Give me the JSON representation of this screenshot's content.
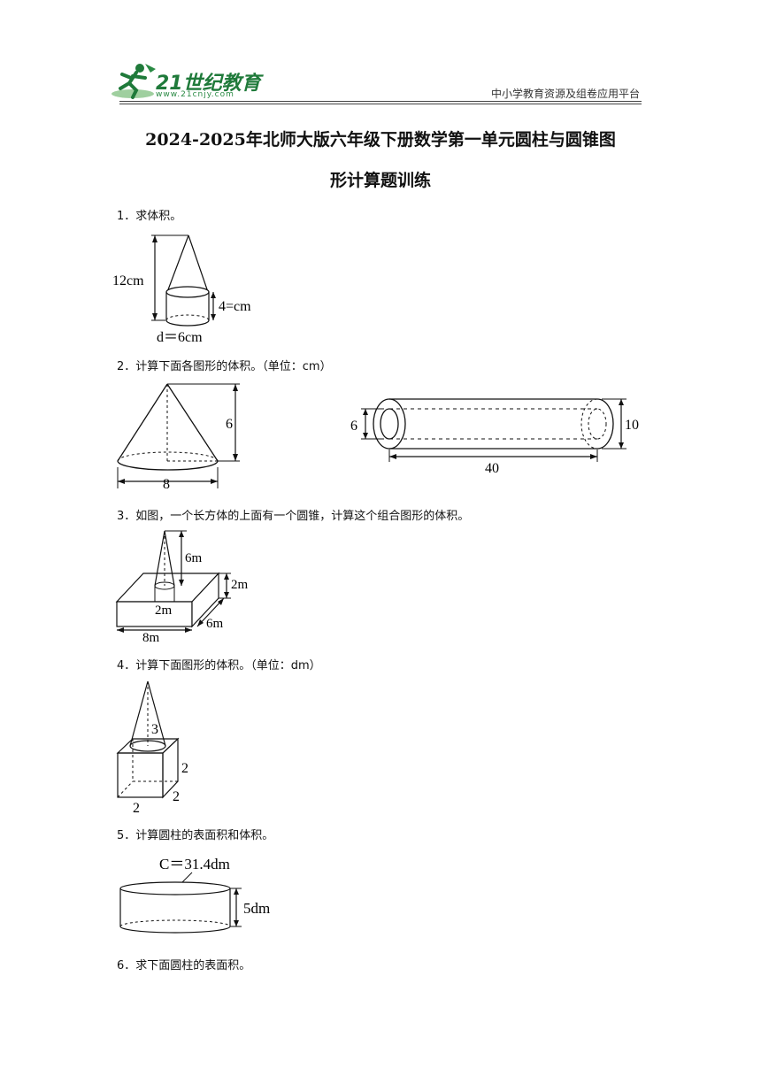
{
  "header": {
    "logo_text": "21世纪教育",
    "logo_url": "www.21cnjy.com",
    "platform": "中小学教育资源及组卷应用平台"
  },
  "title": {
    "line1": "2024-2025年北师大版六年级下册数学第一单元圆柱与圆锥图",
    "line2": "形计算题训练"
  },
  "questions": [
    {
      "text": "1．求体积。",
      "labels": {
        "height_total": "12cm",
        "height_cylinder": "4=cm",
        "diameter": "d＝6cm"
      }
    },
    {
      "text": "2．计算下面各图形的体积。（单位：cm）",
      "labels": {
        "cone_height": "6",
        "cone_base": "8",
        "pipe_inner": "6",
        "pipe_outer": "10",
        "pipe_length": "40"
      }
    },
    {
      "text": "3．如图，一个长方体的上面有一个圆锥，计算这个组合图形的体积。",
      "labels": {
        "cone_height": "6m",
        "box_height": "2m",
        "cone_diameter": "2m",
        "box_length": "8m",
        "box_width": "6m"
      }
    },
    {
      "text": "4．计算下面图形的体积。（单位：dm）",
      "labels": {
        "cone_height": "3",
        "cube_height": "2",
        "cube_front": "2",
        "cube_side": "2"
      }
    },
    {
      "text": "5．计算圆柱的表面积和体积。",
      "labels": {
        "circumference": "C＝31.4dm",
        "height": "5dm"
      }
    },
    {
      "text": "6．求下面圆柱的表面积。"
    }
  ],
  "colors": {
    "logo_green": "#1f7a3a",
    "ink": "#111111"
  },
  "icons": {
    "logo": "running-man-logo-icon"
  }
}
